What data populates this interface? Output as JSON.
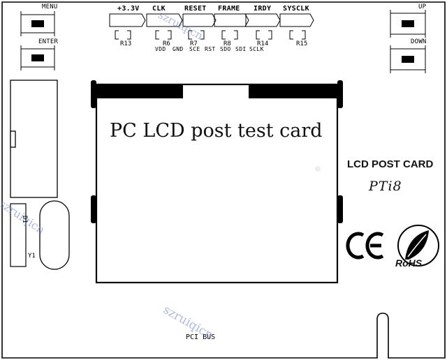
{
  "buttons": {
    "menu": "MENU",
    "enter": "ENTER",
    "up": "UP",
    "down": "DOWN"
  },
  "leds": [
    "+3.3V",
    "CLK",
    "RESET",
    "FRAME",
    "IRDY",
    "SYSCLK"
  ],
  "resistors": [
    "R13",
    "R6",
    "R7",
    "R8",
    "R14",
    "R15"
  ],
  "pins": [
    "VDD",
    "GND",
    "SCE",
    "RST",
    "SDO",
    "SDI",
    "SCLK"
  ],
  "lcd": {
    "title": "PC LCD post test card"
  },
  "brand": {
    "label": "LCD POST CARD",
    "model": "PTi8"
  },
  "certs": {
    "ce": "CE",
    "rohs": "RoHS"
  },
  "components": {
    "d1": "D1",
    "y1": "Y1"
  },
  "bus": {
    "label": "PCI BUS"
  },
  "watermark": {
    "text": "szruiqicn"
  },
  "colors": {
    "line": "#000000",
    "watermark": "#6f7fc8",
    "background": "#ffffff"
  }
}
